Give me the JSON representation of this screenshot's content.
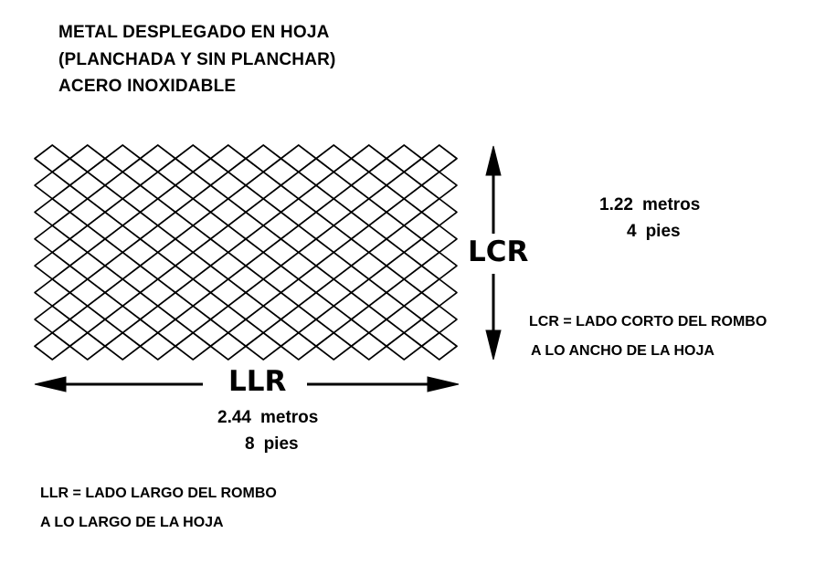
{
  "title": {
    "line1": "METAL DESPLEGADO EN HOJA",
    "line2": "(PLANCHADA Y SIN PLANCHAR)",
    "line3": "ACERO INOXIDABLE"
  },
  "width": {
    "label": "LCR",
    "metric_value": "1.22",
    "metric_unit": "metros",
    "imperial_value": "4",
    "imperial_unit": "pies",
    "definition_line1": "LCR = LADO CORTO DEL ROMBO",
    "definition_line2": "A LO ANCHO DE LA HOJA"
  },
  "length": {
    "label": "LLR",
    "metric_value": "2.44",
    "metric_unit": "metros",
    "imperial_value": "8",
    "imperial_unit": "pies",
    "definition_line1": "LLR = LADO LARGO DEL ROMBO",
    "definition_line2": "A LO LARGO DE LA HOJA"
  },
  "colors": {
    "ink": "#000000",
    "background": "#ffffff"
  }
}
